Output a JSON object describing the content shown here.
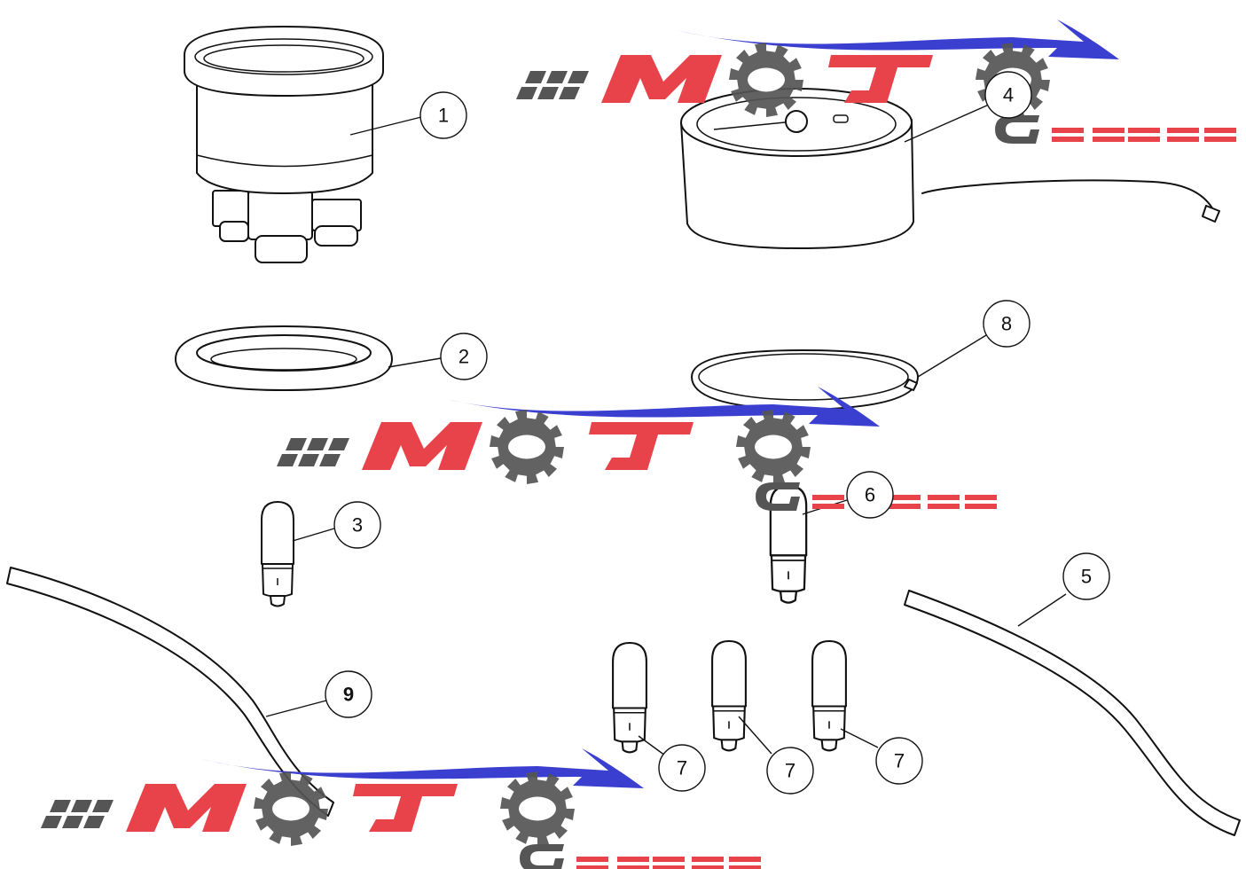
{
  "callouts": {
    "c1": "1",
    "c2": "2",
    "c3": "3",
    "c4": "4",
    "c5": "5",
    "c6": "6",
    "c7a": "7",
    "c7b": "7",
    "c7c": "7",
    "c8": "8",
    "c9": "9"
  },
  "watermark": {
    "text": "MOTOGUIDS",
    "colors": {
      "red": "#e8434a",
      "gray": "#555555",
      "blue": "#3a3fd0"
    }
  },
  "icons": [
    "gauge-housing",
    "gasket-ring",
    "bulb",
    "gauge",
    "wire",
    "seal-ring"
  ]
}
